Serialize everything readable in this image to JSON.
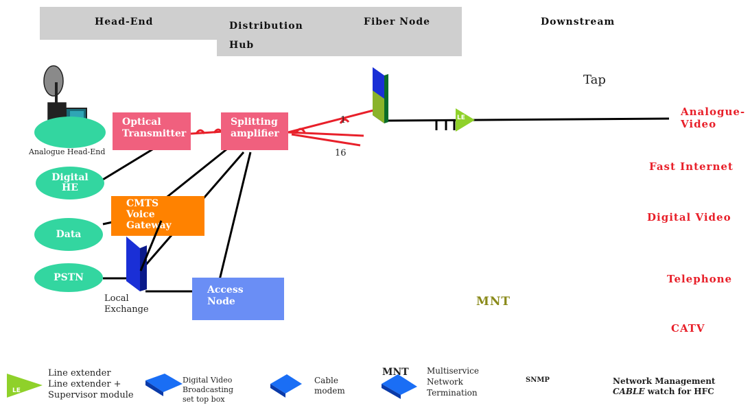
{
  "header": {
    "head_end": "Head-End",
    "distribution_hub_line1": "Distribution",
    "distribution_hub_line2": "Hub",
    "fiber_node": "Fiber Node",
    "downstream": "Downstream"
  },
  "nodes": {
    "optical_transmitter_line1": "Optical",
    "optical_transmitter_line2": "Transmitter",
    "splitting_amplifier_line1": "Splitting",
    "splitting_amplifier_line2": "amplifier",
    "cmts_line1": "CMTS",
    "cmts_line2": "Voice",
    "cmts_line3": "Gateway",
    "access_node_line1": "Access",
    "access_node_line2": "Node",
    "digital_he_line1": "Digital",
    "digital_he_line2": "HE",
    "data": "Data",
    "pstn": "PSTN",
    "analogue_head_end": "Analogue Head-End",
    "local_exchange_line1": "Local",
    "local_exchange_line2": "Exchange",
    "split_top": "1",
    "split_bottom": "16",
    "tap": "Tap",
    "mnt": "MNT",
    "le_icon": "LE"
  },
  "services": {
    "analogue_video_line1": "Analogue-",
    "analogue_video_line2": "Video",
    "fast_internet": "Fast Internet",
    "digital_video": "Digital Video",
    "telephone": "Telephone",
    "catv": "CATV"
  },
  "legend": {
    "le_icon": "LE",
    "line_extender": "Line extender",
    "line_extender_supervisor": "Line extender +",
    "supervisor_module": "Supervisor module",
    "dvb_line1": "Digital Video",
    "dvb_line2": "Broadcasting",
    "dvb_line3": "set top box",
    "cable_modem_line1": "Cable",
    "cable_modem_line2": "modem",
    "mnt_label": "MNT",
    "mnt_line1": "Multiservice",
    "mnt_line2": "Network",
    "mnt_line3": "Termination",
    "snmp": "SNMP",
    "nm_line1": "Network Management",
    "nm_line2_italic": "CABLE",
    "nm_line2_rest": " watch for HFC"
  },
  "colors": {
    "band_gray": "#cfcfcf",
    "pink": "#f0607e",
    "orange": "#ff8200",
    "blue_box": "#6a8ef5",
    "green_ellipse": "#33d6a0",
    "service_red": "#e8202a",
    "mnt_olive": "#8a8a1a"
  }
}
